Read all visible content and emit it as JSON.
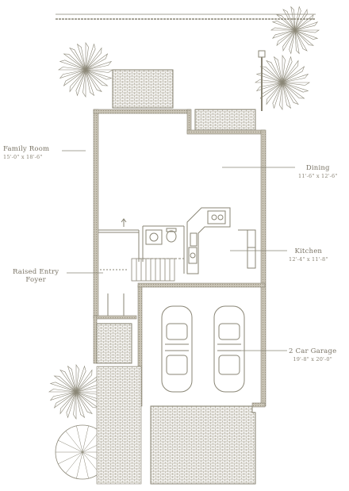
{
  "rooms": {
    "family": {
      "name": "Family Room",
      "dims": "15'-0\" x 18'-6\""
    },
    "dining": {
      "name": "Dining",
      "dims": "11'-6\" x 12'-6\""
    },
    "kitchen": {
      "name": "Kitchen",
      "dims": "12'-4\" x 11'-8\""
    },
    "foyer": {
      "name1": "Raised Entry",
      "name2": "Foyer"
    },
    "garage": {
      "name": "2 Car Garage",
      "dims": "19'-8\" x 20'-0\""
    }
  },
  "colors": {
    "line": "#8a8676",
    "hatch": "#a29c8a",
    "wall": "#b8b2a2",
    "text": "#7a7466"
  }
}
